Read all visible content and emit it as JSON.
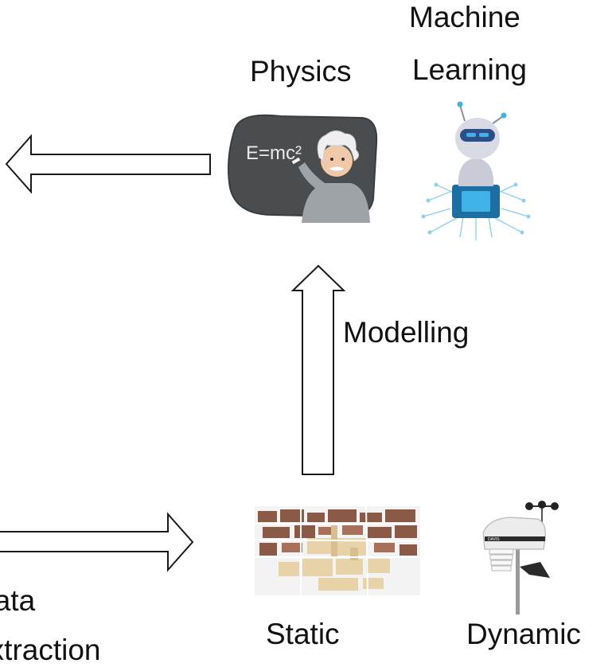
{
  "labels": {
    "machine": "Machine",
    "learning": "Learning",
    "physics": "Physics",
    "modelling": "Modelling",
    "data": "Data",
    "extraction": "Extraction",
    "static": "Static",
    "dynamic": "Dynamic"
  },
  "illustrations": {
    "physics": {
      "formula": "E=mc²"
    },
    "weather_station": {
      "brand": "DAVIS"
    }
  },
  "colors": {
    "arrow_stroke": "#1a1a1a",
    "arrow_fill": "#ffffff",
    "chalkboard": "#4a4d4f",
    "robot_accent": "#3fb3e6",
    "city_roof": "#8a5a47",
    "city_stone": "#e8d2a8"
  }
}
